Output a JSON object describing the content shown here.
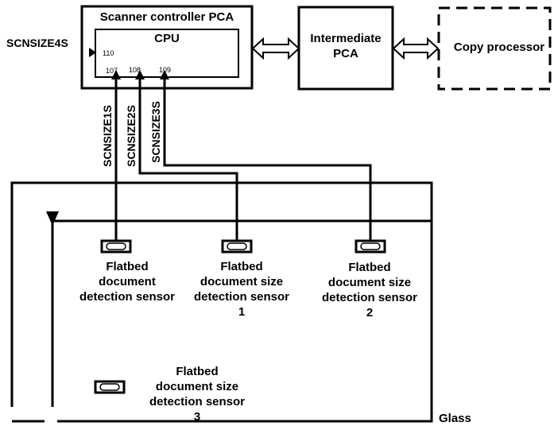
{
  "blocks": {
    "scanner_controller": "Scanner controller PCA",
    "cpu": "CPU",
    "intermediate_line1": "Intermediate",
    "intermediate_line2": "PCA",
    "copy_processor": "Copy processor"
  },
  "pins": {
    "p110": "110",
    "p107": "107",
    "p108": "108",
    "p109": "109"
  },
  "signals": {
    "scnsize4s": "SCNSIZE4S",
    "scnsize1s": "SCNSIZE1S",
    "scnsize2s": "SCNSIZE2S",
    "scnsize3s": "SCNSIZE3S"
  },
  "sensors": {
    "s0": [
      "Flatbed",
      "document",
      "detection sensor"
    ],
    "s1": [
      "Flatbed",
      "document size",
      "detection sensor",
      "1"
    ],
    "s2": [
      "Flatbed",
      "document size",
      "detection sensor",
      "2"
    ],
    "s3": [
      "Flatbed",
      "document size",
      "detection sensor",
      "3"
    ]
  },
  "glass": "Glass"
}
